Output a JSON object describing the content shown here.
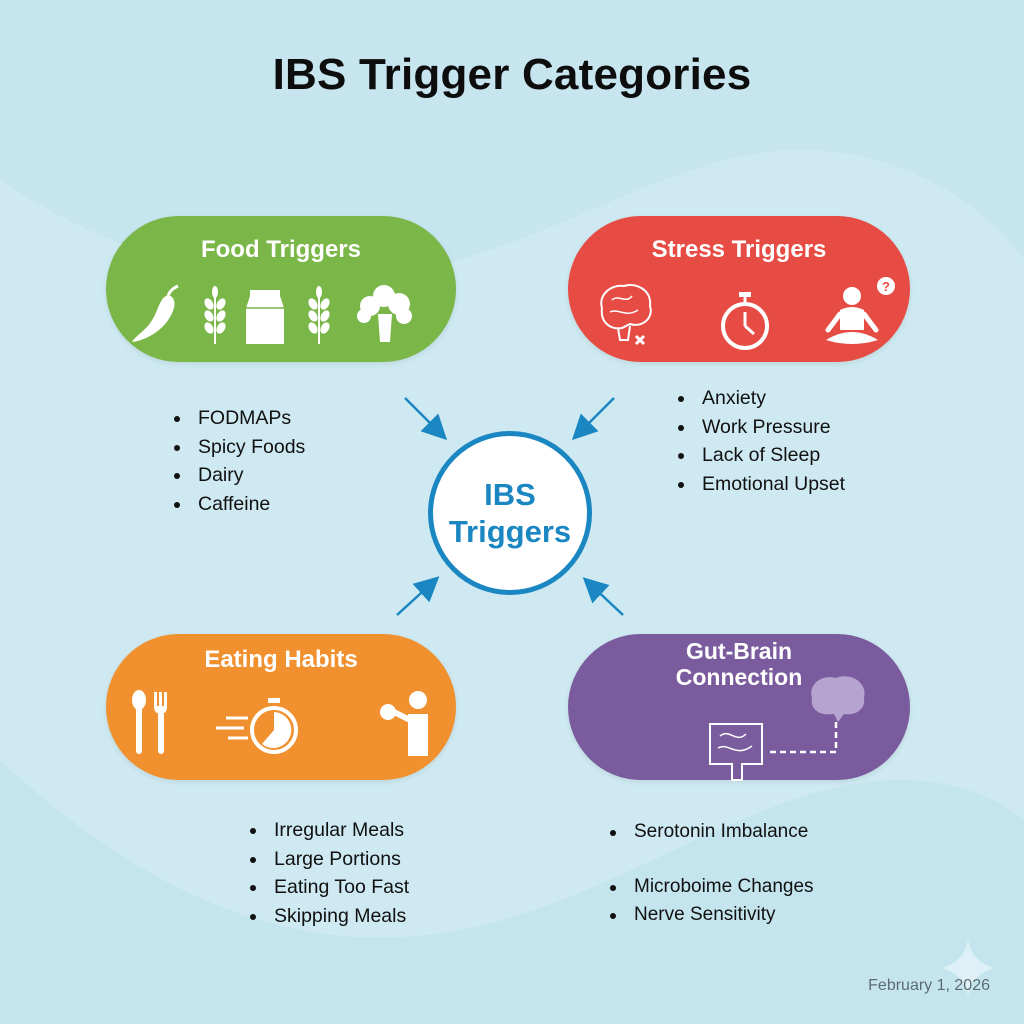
{
  "title": "IBS Trigger Categories",
  "hub": {
    "line1": "IBS",
    "line2": "Triggers",
    "color": "#1a86c2"
  },
  "categories": [
    {
      "id": "food",
      "title": "Food Triggers",
      "color": "#7ab648",
      "icons": [
        "chili-pepper-icon",
        "wheat-icon",
        "milk-carton-icon",
        "wheat-icon",
        "broccoli-icon"
      ],
      "items": [
        "FODMAPs",
        "Spicy Foods",
        "Dairy",
        "Caffeine"
      ]
    },
    {
      "id": "stress",
      "title": "Stress Triggers",
      "color": "#e64b44",
      "icons": [
        "brain-icon",
        "stopwatch-icon",
        "meditating-person-question-icon"
      ],
      "items": [
        "Anxiety",
        "Work Pressure",
        "Lack of Sleep",
        "Emotional Upset"
      ]
    },
    {
      "id": "eating",
      "title": "Eating Habits",
      "color": "#f0902e",
      "icons": [
        "spoon-fork-icon",
        "fast-stopwatch-icon",
        "person-eating-fast-icon"
      ],
      "items": [
        "Irregular Meals",
        "Large Portions",
        "Eating Too Fast",
        "Skipping Meals"
      ]
    },
    {
      "id": "gutbrain",
      "title_line1": "Gut-Brain",
      "title_line2": "Connection",
      "color": "#7a5c9e",
      "icons": [
        "intestine-icon",
        "brain-icon"
      ],
      "items": [
        "Serotonin Imbalance",
        "Microboime Changes",
        "Nerve Sensitivity"
      ]
    }
  ],
  "footer": {
    "date": "February 1, 2026"
  }
}
